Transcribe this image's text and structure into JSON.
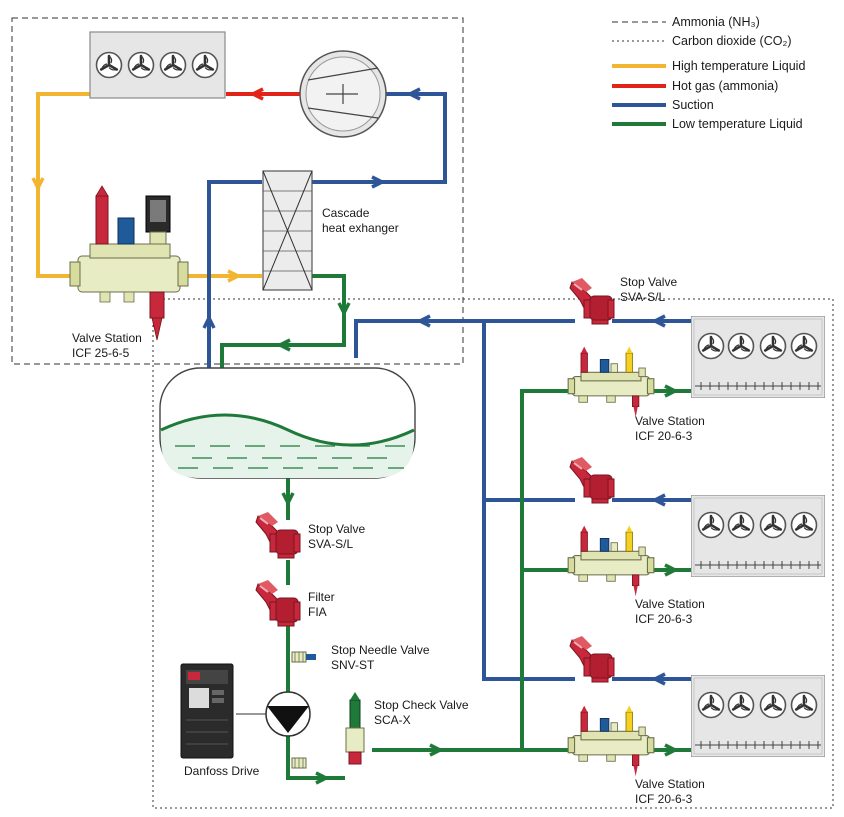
{
  "legend": {
    "items": [
      {
        "label": "Ammonia (NH₃)",
        "style": "dashed"
      },
      {
        "label": "Carbon dioxide (CO₂)",
        "style": "dotted"
      },
      {
        "label": "High temperature Liquid",
        "color": "#f2b531"
      },
      {
        "label": "Hot gas (ammonia)",
        "color": "#e2231a"
      },
      {
        "label": "Suction",
        "color": "#2e5597"
      },
      {
        "label": "Low temperature Liquid",
        "color": "#1f7a3a"
      }
    ]
  },
  "components": {
    "cascade_hx": {
      "line1": "Cascade",
      "line2": "heat exhanger"
    },
    "valve_station_top": {
      "line1": "Valve Station",
      "line2": "ICF 25-6-5"
    },
    "stop_valve_top": {
      "line1": "Stop Valve",
      "line2": "SVA-S/L"
    },
    "valve_station_1": {
      "line1": "Valve Station",
      "line2": "ICF 20-6-3"
    },
    "valve_station_2": {
      "line1": "Valve Station",
      "line2": "ICF 20-6-3"
    },
    "valve_station_3": {
      "line1": "Valve Station",
      "line2": "ICF 20-6-3"
    },
    "stop_valve_mid": {
      "line1": "Stop Valve",
      "line2": "SVA-S/L"
    },
    "filter": {
      "line1": "Filter",
      "line2": "FIA"
    },
    "needle_valve": {
      "line1": "Stop Needle Valve",
      "line2": "SNV-ST"
    },
    "check_valve": {
      "line1": "Stop Check Valve",
      "line2": "SCA-X"
    },
    "drive": {
      "label": "Danfoss Drive"
    }
  },
  "colors": {
    "high_temp_liquid": "#f2b531",
    "hot_gas": "#e2231a",
    "suction": "#2e5597",
    "low_temp_liquid": "#1f7a3a",
    "valve_body": "#e8ecc4",
    "valve_red": "#c8283b"
  }
}
